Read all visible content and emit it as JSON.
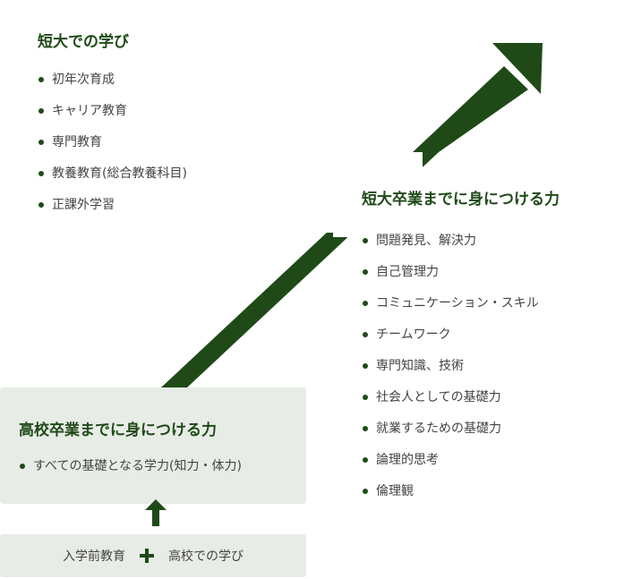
{
  "junior_college": {
    "title": "短大での学び",
    "items": [
      "初年次育成",
      "キャリア教育",
      "専門教育",
      "教養教育(総合教養科目)",
      "正課外学習"
    ]
  },
  "skills_by_graduation": {
    "title": "短大卒業までに身につける力",
    "items": [
      "問題発見、解決力",
      "自己管理力",
      "コミュニケーション・スキル",
      "チームワーク",
      "専門知識、技術",
      "社会人としての基礎力",
      "就業するための基礎力",
      "論理的思考",
      "倫理観"
    ]
  },
  "high_school_skills": {
    "title": "高校卒業までに身につける力",
    "items": [
      "すべての基礎となる学力(知力・体力)"
    ]
  },
  "foundation": {
    "left": "入学前教育",
    "right": "高校での学び"
  },
  "colors": {
    "accent": "#1f4a18",
    "box_bg": "#e8ece7",
    "text": "#444444"
  }
}
